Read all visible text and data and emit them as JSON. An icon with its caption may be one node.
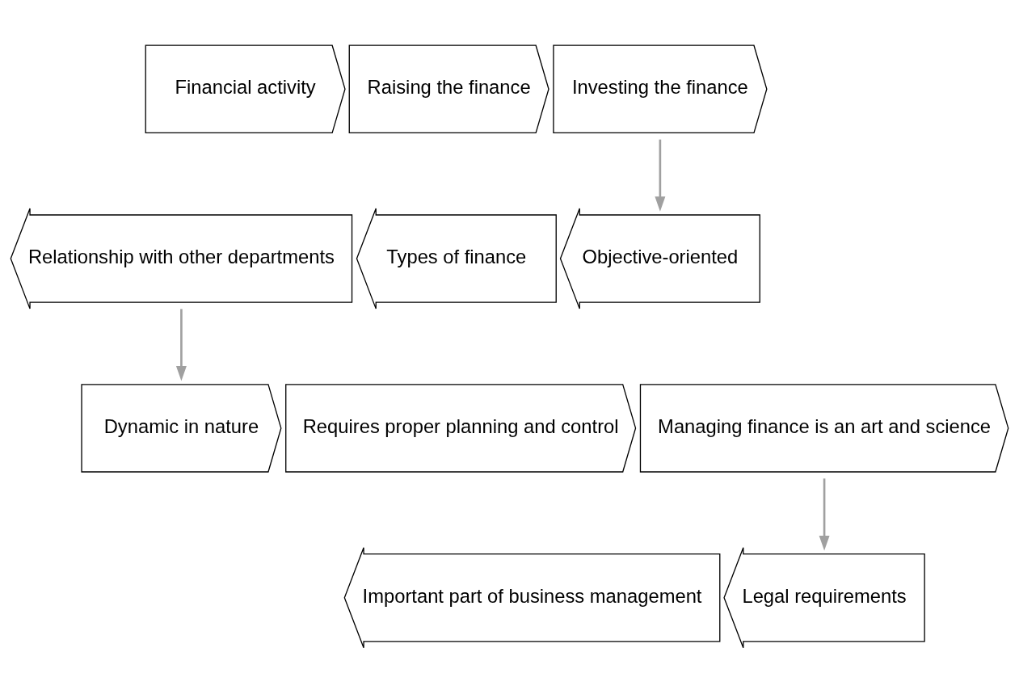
{
  "diagram": {
    "nodes": [
      {
        "text": [
          "Financial activity"
        ]
      },
      {
        "text": [
          "Raising the finance"
        ]
      },
      {
        "text": [
          "Investing the finance"
        ]
      },
      {
        "text": [
          "Relationship with other departments"
        ]
      },
      {
        "text": [
          "Types of finance"
        ]
      },
      {
        "text": [
          "Objective-oriented"
        ]
      },
      {
        "text": [
          "Dynamic in nature"
        ]
      },
      {
        "text": [
          "Requires proper planning and control"
        ]
      },
      {
        "text": [
          "Managing finance is an art and science"
        ]
      },
      {
        "text": [
          "Important part of business management"
        ]
      },
      {
        "text": [
          "Legal requirements"
        ]
      }
    ],
    "edges": [
      {
        "from": 2,
        "to": 5,
        "arrow": "to"
      },
      {
        "from": 3,
        "to": 6,
        "arrow": "to"
      },
      {
        "from": 8,
        "to": 10,
        "arrow": "to"
      }
    ]
  }
}
